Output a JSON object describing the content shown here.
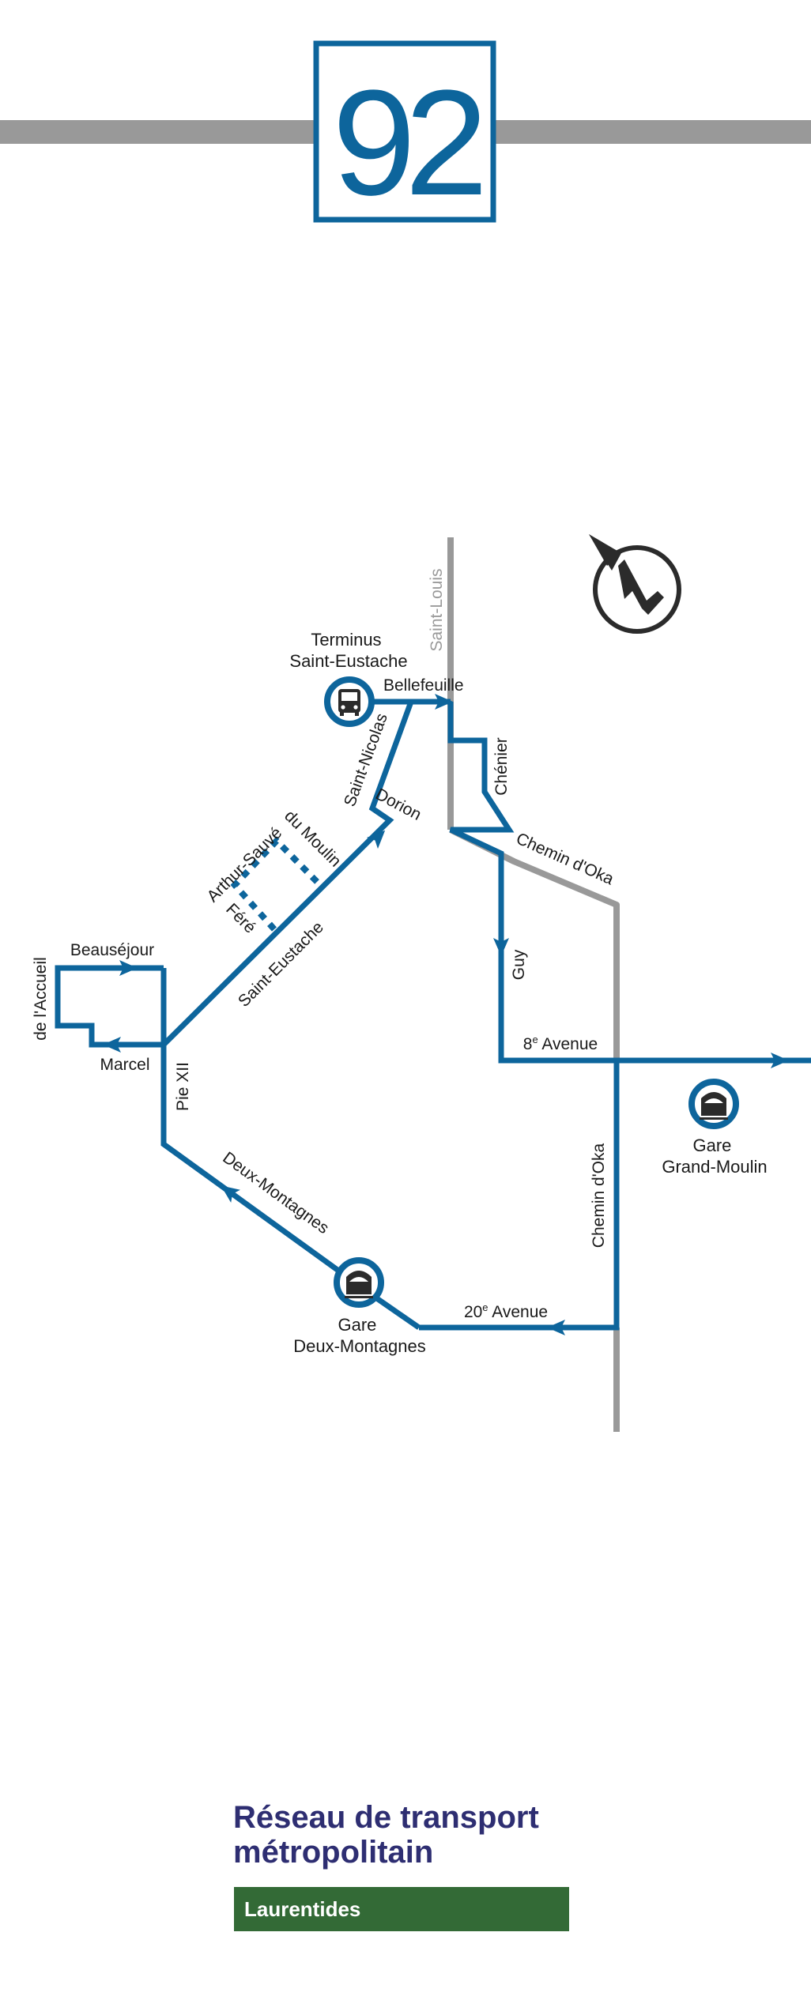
{
  "route": {
    "number": "92"
  },
  "colors": {
    "route": "#0d659c",
    "road": "#999999",
    "text": "#1a1a1a",
    "brand": "#2e2e72",
    "region_bg": "#336a36"
  },
  "map": {
    "compass": "north-arrow-icon",
    "terminals": [
      {
        "line1": "Terminus",
        "line2": "Saint-Eustache",
        "icon": "bus-icon"
      },
      {
        "line1": "Gare",
        "line2": "Deux-Montagnes",
        "icon": "train-icon"
      },
      {
        "line1": "Gare",
        "line2": "Grand-Moulin",
        "icon": "train-icon"
      }
    ],
    "streets": {
      "saint_louis": "Saint-Louis",
      "bellefeuille": "Bellefeuille",
      "saint_nicolas": "Saint-Nicolas",
      "chenier": "Chénier",
      "dorion": "Dorion",
      "chemin_oka_upper": "Chemin d'Oka",
      "chemin_oka_lower": "Chemin d'Oka",
      "arthur_sauve": "Arthur-Sauvé",
      "du_moulin": "du Moulin",
      "fere": "Féré",
      "saint_eustache": "Saint-Eustache",
      "guy": "Guy",
      "beausejour": "Beauséjour",
      "de_laccueil": "de l'Accueil",
      "marcel": "Marcel",
      "avenue_8_num": "8",
      "avenue_8_sup": "e",
      "avenue_8_word": " Avenue",
      "pie_xii": "Pie XII",
      "deux_montagnes": "Deux-Montagnes",
      "avenue_20_num": "20",
      "avenue_20_sup": "e",
      "avenue_20_word": " Avenue"
    }
  },
  "footer": {
    "brand_line1": "Réseau de transport",
    "brand_line2": "métropolitain",
    "region": "Laurentides"
  }
}
